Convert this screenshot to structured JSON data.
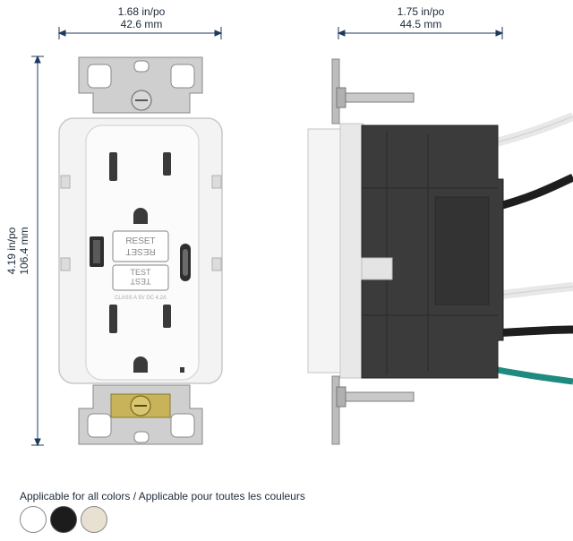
{
  "dimensions": {
    "width_front": {
      "imperial": "1.68 in/po",
      "metric": "42.6 mm"
    },
    "depth_side": {
      "imperial": "1.75 in/po",
      "metric": "44.5 mm"
    },
    "height": {
      "imperial": "4.19 in/po",
      "metric": "106.4 mm"
    }
  },
  "device": {
    "reset_label_en": "RESET",
    "reset_label_fr": "RESET",
    "test_label_en": "TEST",
    "test_label_fr": "TEST",
    "rating_label": "CLASS A 5V DC 4.2A"
  },
  "caption": "Applicable for all colors / Applicable pour toutes les couleurs",
  "swatches": [
    {
      "name": "white",
      "color": "#ffffff"
    },
    {
      "name": "black",
      "color": "#1c1c1c"
    },
    {
      "name": "light-almond",
      "color": "#e8e1d1"
    }
  ],
  "colors": {
    "dimension_line": "#1d3a5c",
    "device_body": "#f6f6f6",
    "strap_metal": "#c9c9c9",
    "housing_dark": "#3a3a3a",
    "ground_wire": "#1e8a80"
  }
}
